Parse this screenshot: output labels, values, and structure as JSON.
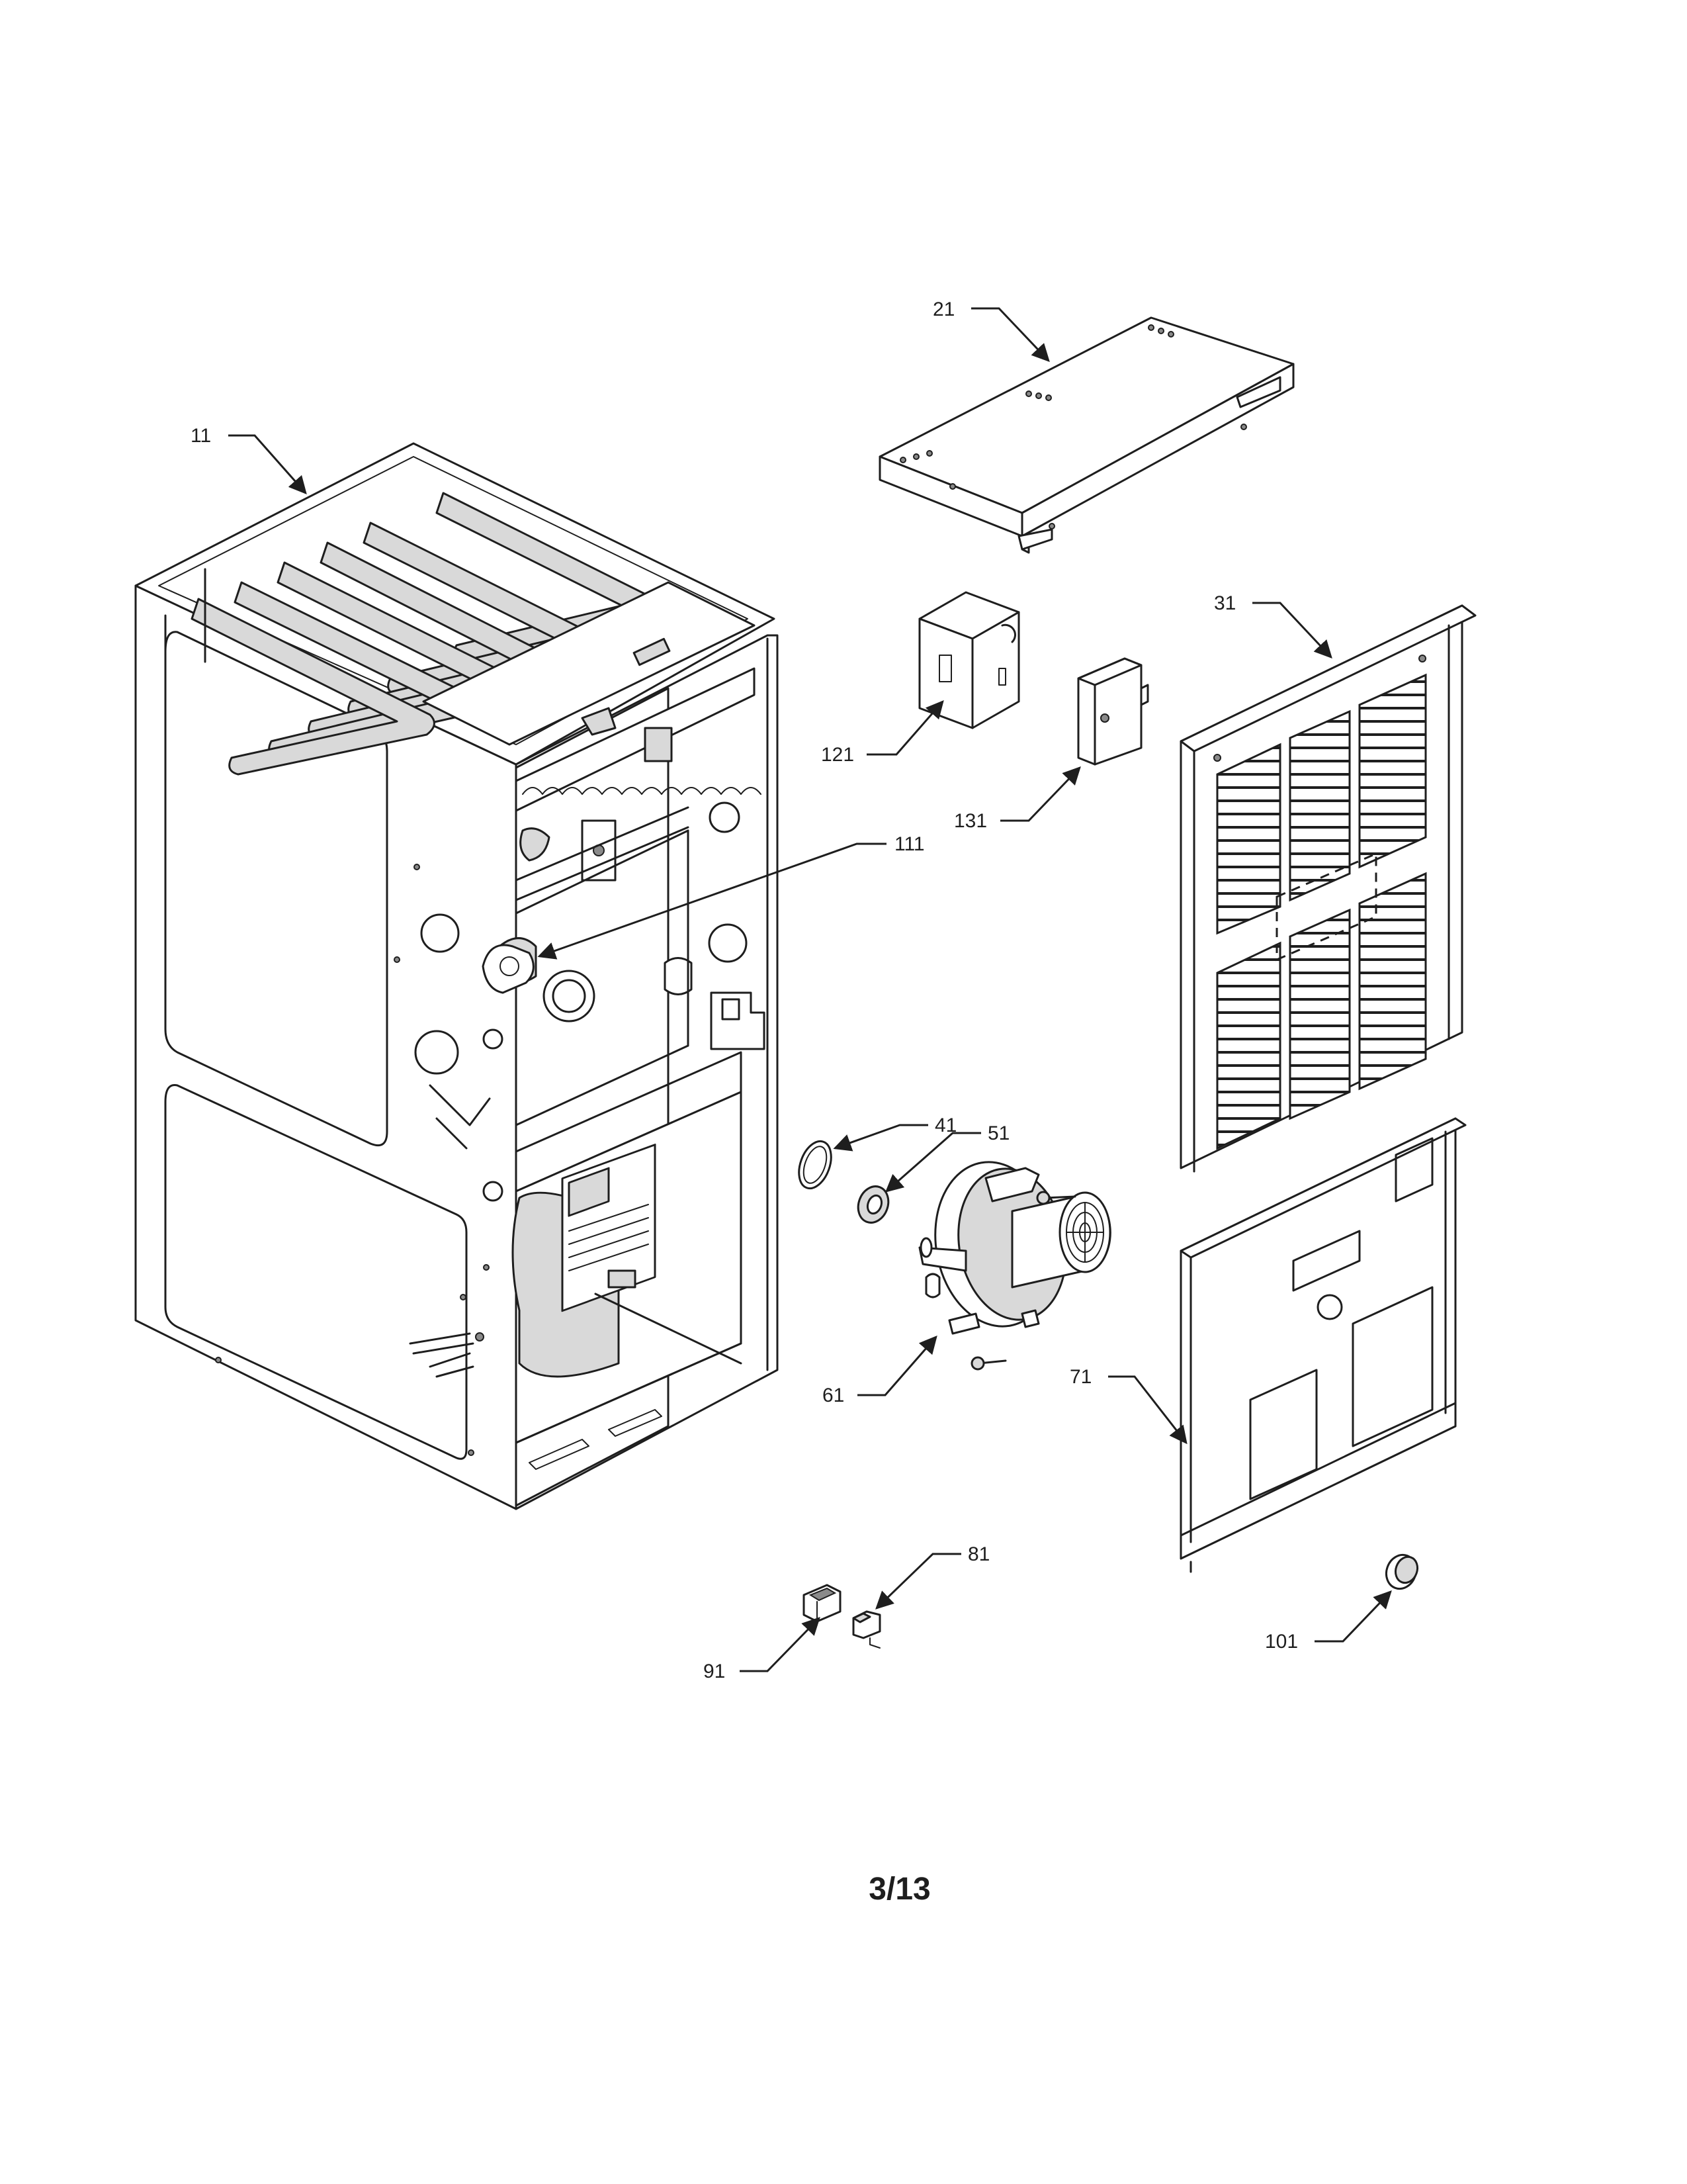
{
  "callouts": {
    "c11": "11",
    "c21": "21",
    "c31": "31",
    "c41": "41",
    "c51": "51",
    "c61": "61",
    "c71": "71",
    "c81": "81",
    "c91": "91",
    "c101": "101",
    "c111": "111",
    "c121": "121",
    "c131": "131"
  },
  "page_number": "3/13"
}
